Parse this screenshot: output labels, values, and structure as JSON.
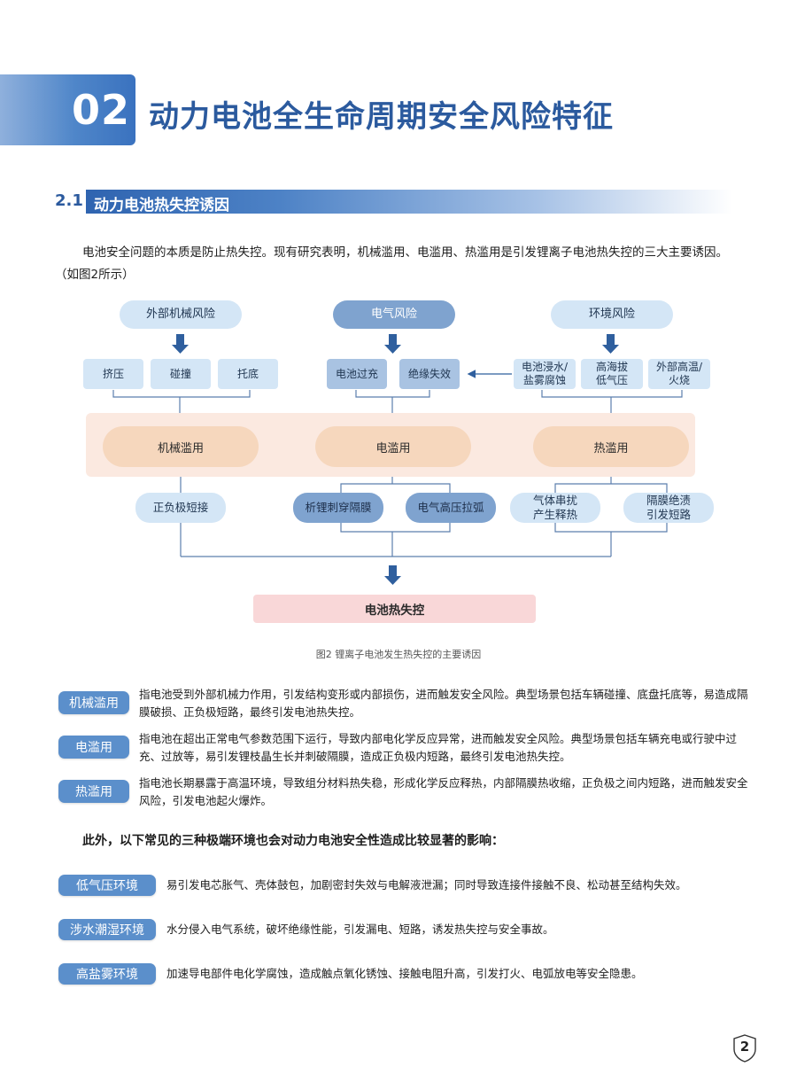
{
  "chapter": {
    "number": "02",
    "title": "动力电池全生命周期安全风险特征"
  },
  "section": {
    "number": "2.1",
    "title": "动力电池热失控诱因"
  },
  "intro": {
    "line1": "电池安全问题的本质是防止热失控。现有研究表明，机械滥用、电滥用、热滥用是引发锂离子电池热失控的三大主要诱因。",
    "line2": "（如图2所示）"
  },
  "diagram": {
    "risks": [
      "外部机械风险",
      "电气风险",
      "环境风险"
    ],
    "mech_causes": [
      "挤压",
      "碰撞",
      "托底"
    ],
    "elec_causes": [
      "电池过充",
      "绝缘失效"
    ],
    "env_causes": [
      "电池浸水/\n盐雾腐蚀",
      "高海拔\n低气压",
      "外部高温/\n火烧"
    ],
    "abuses": [
      "机械滥用",
      "电滥用",
      "热滥用"
    ],
    "modes": [
      "正负极短接",
      "析锂刺穿隔膜",
      "电气高压拉弧",
      "气体串扰\n产生释热",
      "隔膜绝渍\n引发短路"
    ],
    "result": "电池热失控"
  },
  "caption": "图2  锂离子电池发生热失控的主要诱因",
  "abuse_defs": [
    {
      "tag": "机械滥用",
      "line1": "指电池受到外部机械力作用，引发结构变形或内部损伤，进而触发安全风险。典型场景包括车辆碰撞、底盘托底等，易造成隔",
      "line2": "膜破损、正负极短路，最终引发电池热失控。"
    },
    {
      "tag": "电滥用",
      "line1": "指电池在超出正常电气参数范围下运行，导致内部电化学反应异常，进而触发安全风险。典型场景包括车辆充电或行驶中过",
      "line2": "充、过放等，易引发锂枝晶生长并刺破隔膜，造成正负极内短路，最终引发电池热失控。"
    },
    {
      "tag": "热滥用",
      "line1": "指电池长期暴露于高温环境，导致组分材料热失稳，形成化学反应释热，内部隔膜热收缩，正负极之间内短路，进而触发安全",
      "line2": "风险，引发电池起火爆炸。"
    }
  ],
  "env_intro": "此外，以下常见的三种极端环境也会对动力电池安全性造成比较显著的影响：",
  "env_defs": [
    {
      "tag": "低气压环境",
      "text": "易引发电芯胀气、壳体鼓包，加剧密封失效与电解液泄漏；同时导致连接件接触不良、松动甚至结构失效。"
    },
    {
      "tag": "涉水潮湿环境",
      "text": "水分侵入电气系统，破坏绝缘性能，引发漏电、短路，诱发热失控与安全事故。"
    },
    {
      "tag": "高盐雾环境",
      "text": "加速导电部件电化学腐蚀，造成触点氧化锈蚀、接触电阻升高，引发打火、电弧放电等安全隐患。"
    }
  ],
  "page_number": "2",
  "colors": {
    "accent": "#2b5a9e",
    "tag": "#5b8fcb",
    "abuse": "#f6d7bd",
    "result": "#f9d7d8"
  }
}
